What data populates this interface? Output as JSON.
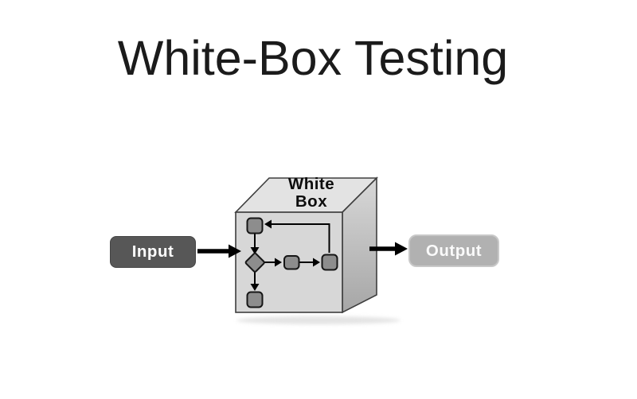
{
  "title": "White-Box Testing",
  "diagram": {
    "box_label_line1": "White",
    "box_label_line2": "Box",
    "input_label": "Input",
    "output_label": "Output"
  },
  "colors": {
    "title_text": "#1b1b1b",
    "input_fill": "#575757",
    "output_fill": "#b1b1b1",
    "cube_front": "#d7d7d7",
    "cube_top": "#e3e3e3",
    "cube_outline": "#3e3e3e",
    "node_fill": "#8d8d8d",
    "node_stroke": "#161616",
    "arrow": "#000000"
  }
}
